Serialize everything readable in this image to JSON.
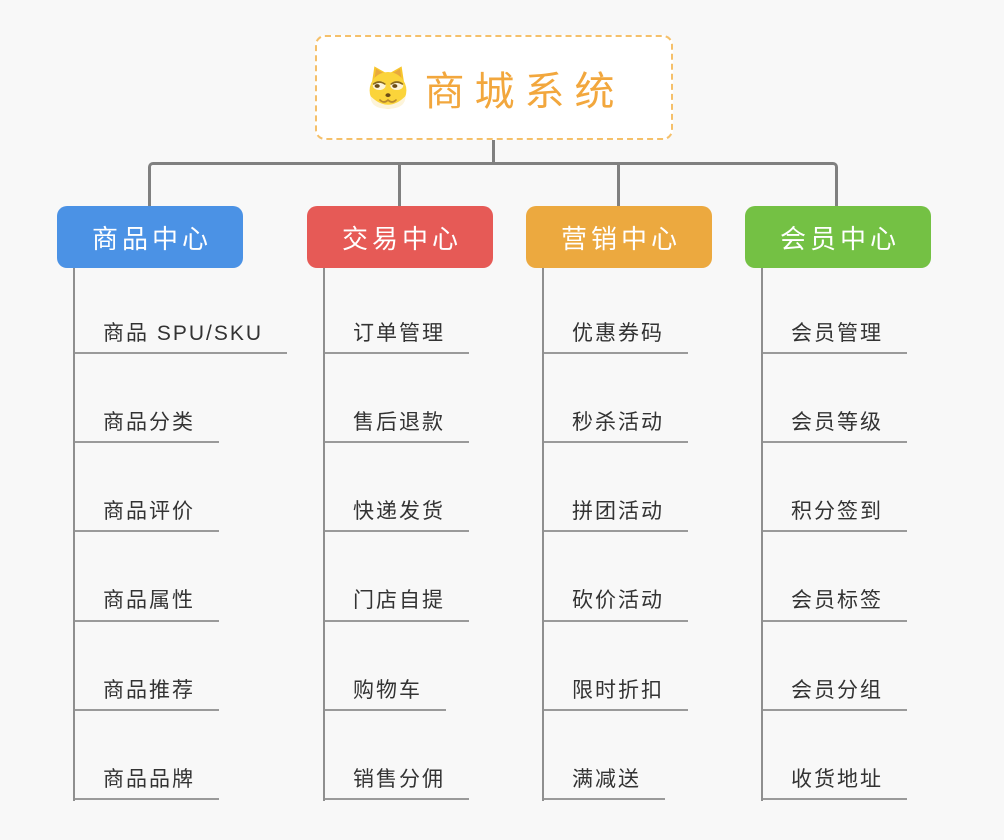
{
  "root": {
    "title": "商城系统",
    "icon": "doge-icon",
    "title_color": "#f2a73d",
    "border_color": "#f5c06a"
  },
  "connector_color": "#808080",
  "spine_color": "#8f8f8f",
  "underline_color": "#9a9a9a",
  "item_text_color": "#333333",
  "background_color": "#f8f8f8",
  "branches": [
    {
      "label": "商品中心",
      "color": "#4b92e5",
      "items": [
        "商品 SPU/SKU",
        "商品分类",
        "商品评价",
        "商品属性",
        "商品推荐",
        "商品品牌"
      ]
    },
    {
      "label": "交易中心",
      "color": "#e65a56",
      "items": [
        "订单管理",
        "售后退款",
        "快递发货",
        "门店自提",
        "购物车",
        "销售分佣"
      ]
    },
    {
      "label": "营销中心",
      "color": "#eca93f",
      "items": [
        "优惠券码",
        "秒杀活动",
        "拼团活动",
        "砍价活动",
        "限时折扣",
        "满减送"
      ]
    },
    {
      "label": "会员中心",
      "color": "#74c144",
      "items": [
        "会员管理",
        "会员等级",
        "积分签到",
        "会员标签",
        "会员分组",
        "收货地址"
      ]
    }
  ]
}
